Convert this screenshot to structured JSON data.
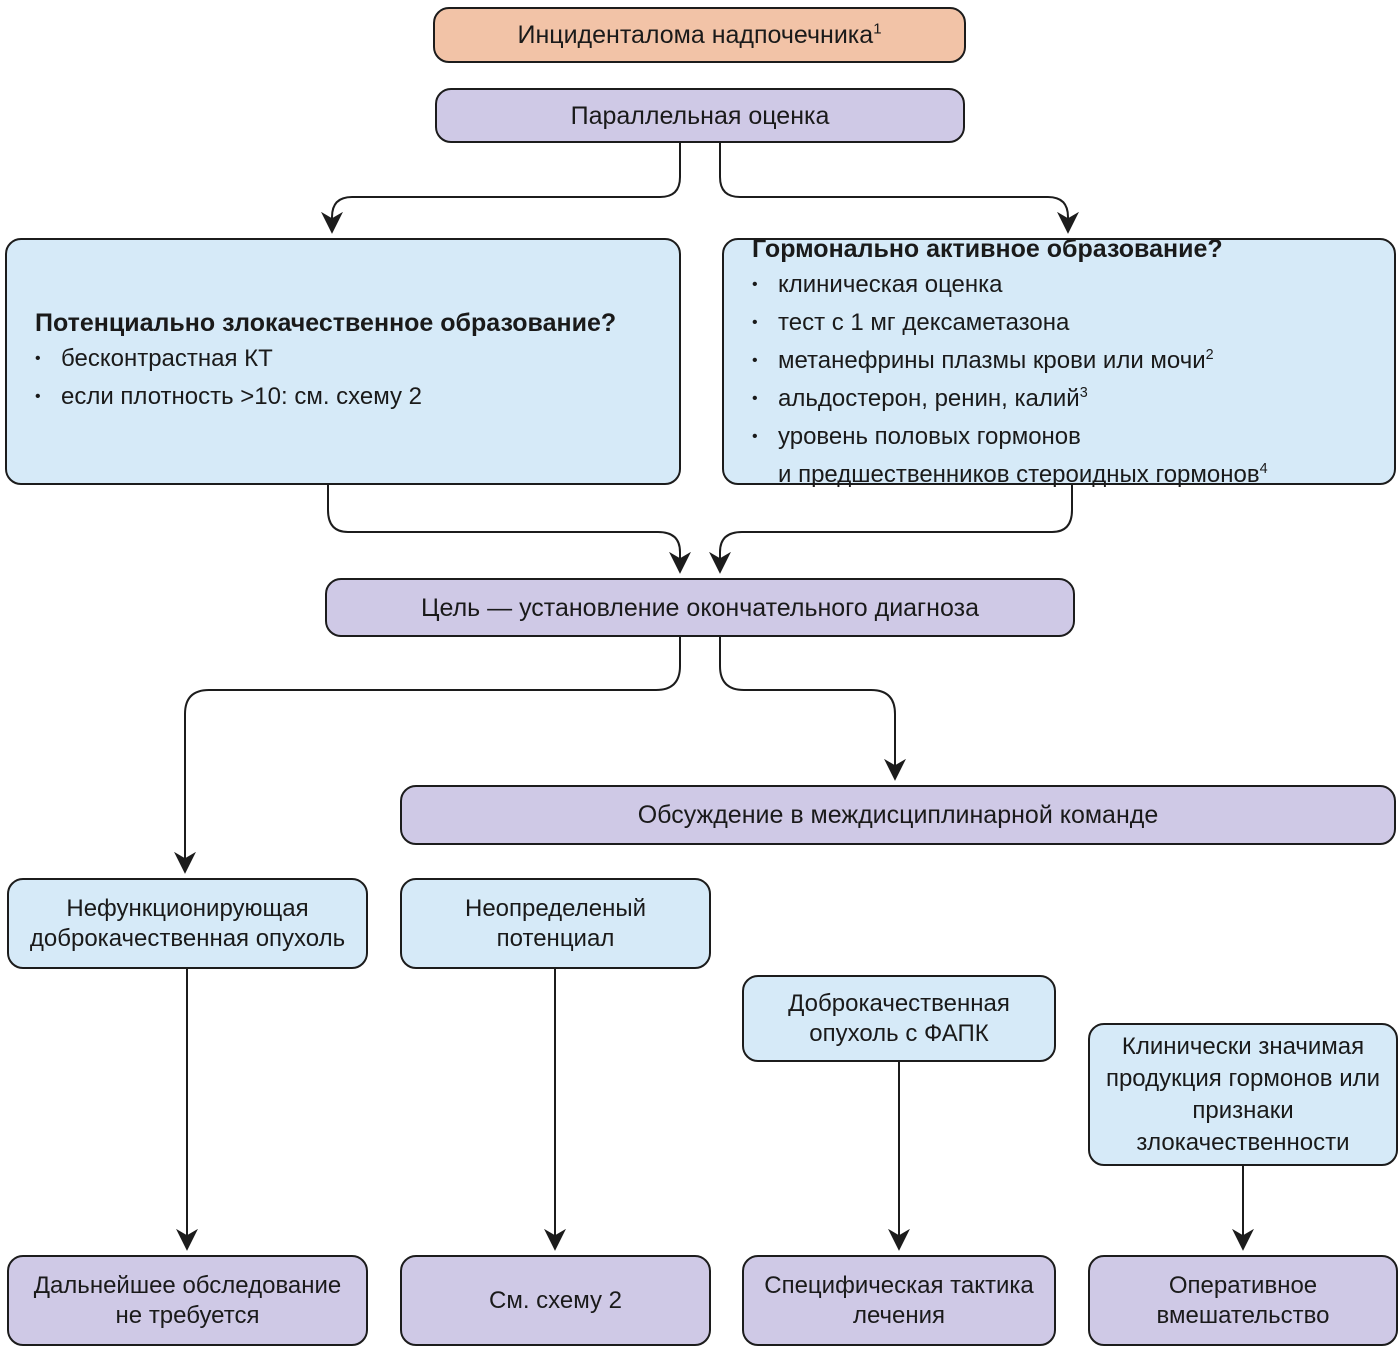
{
  "diagram_title": "Инциденталома надпочечника — схема 1",
  "colors": {
    "salmon_fill": "#f2c3a7",
    "lavender_fill": "#cfc9e6",
    "blue_fill": "#d6eaf8",
    "line_color": "#1c1c1c",
    "text_color": "#1a1a1a",
    "background": "#ffffff"
  },
  "nodes": {
    "incidentaloma": {
      "label": "Инциденталома надпочечника",
      "sup": "1"
    },
    "parallel": {
      "label": "Параллельная оценка"
    },
    "left_question": {
      "title": "Потенциально злокачественное образование?",
      "bullets": [
        {
          "text": "бесконтрастная КТ",
          "sup": ""
        },
        {
          "text": "если плотность >10: см. схему 2",
          "sup": ""
        }
      ]
    },
    "right_question": {
      "title": "Гормонально активное образование?",
      "bullets": [
        {
          "text": "клиническая оценка",
          "sup": ""
        },
        {
          "text": "тест с 1 мг дексаметазона",
          "sup": ""
        },
        {
          "text": "метанефрины плазмы крови или мочи",
          "sup": "2"
        },
        {
          "text": "альдостерон, ренин, калий",
          "sup": "3"
        },
        {
          "text": "уровень половых гормонов",
          "sup": ""
        }
      ],
      "continuation": {
        "text": "и предшественников стероидных гормонов",
        "sup": "4"
      }
    },
    "goal": {
      "label": "Цель — установление окончательного диагноза"
    },
    "mdt": {
      "label": "Обсуждение в междисциплинарной команде"
    },
    "nonfunctioning": {
      "label": "Нефункционирующая доброкачественная опухоль"
    },
    "uncertain": {
      "label": "Неопределеный потенциал"
    },
    "benign_fapk": {
      "label": "Доброкачественная опухоль с ФАПК"
    },
    "significant": {
      "label": "Клинически значимая продукция гормонов или признаки злокачественности"
    },
    "no_followup": {
      "label": "Дальнейшее обследование не требуется"
    },
    "see_scheme2": {
      "label": "См. схему 2"
    },
    "specific_treatment": {
      "label": "Специфическая тактика лечения"
    },
    "surgery": {
      "label": "Оперативное вмешательство"
    }
  }
}
